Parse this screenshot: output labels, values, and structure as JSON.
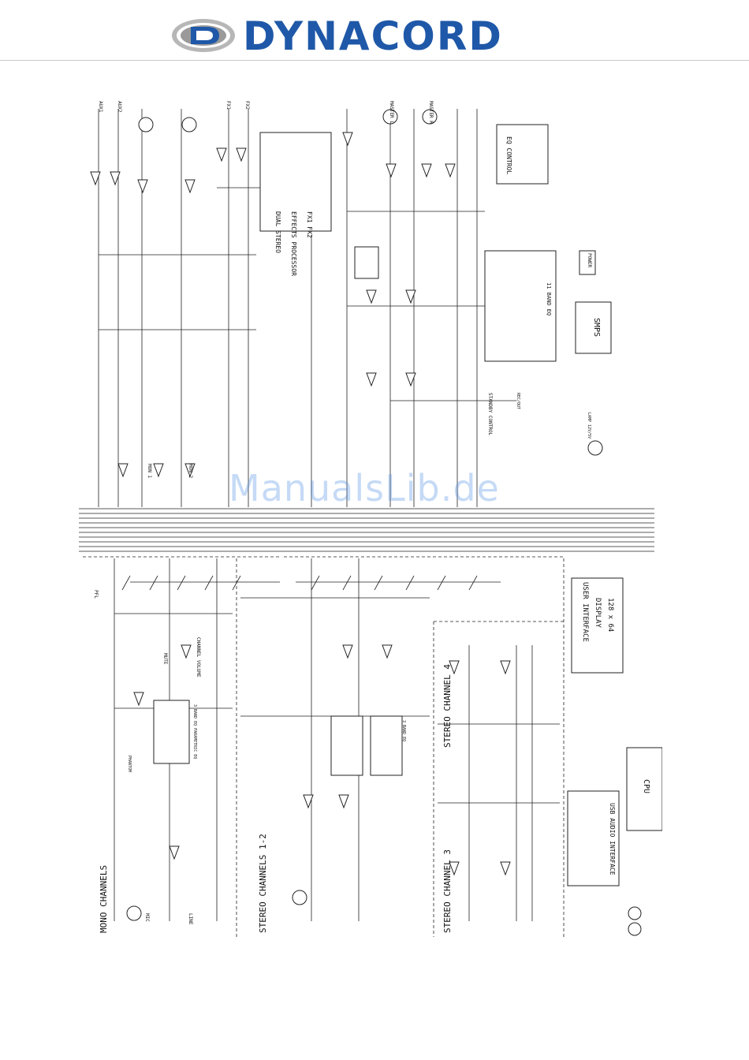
{
  "brand": {
    "name": "DYNACORD",
    "logo_color": "#1f58a8"
  },
  "watermark": "ManualsLib.de",
  "diagram": {
    "sections": {
      "mono": "MONO CHANNELS",
      "stereo12": "STEREO CHANNELS 1-2",
      "stereo3": "STEREO CHANNEL 3",
      "stereo4": "STEREO CHANNEL 4"
    },
    "blocks": {
      "effects": [
        "DUAL STEREO",
        "EFFECTS PROCESSOR",
        "FX1 FX2"
      ],
      "eq_control": [
        "EQ CONTROL"
      ],
      "eq11": "11 BAND EQ",
      "smps": "SMPS",
      "user_interface": [
        "USER INTERFACE",
        "DISPLAY",
        "128 x 64"
      ],
      "usb_audio": [
        "USB AUDIO INTERFACE"
      ],
      "cpu": "CPU",
      "power": "POWER"
    },
    "labels": {
      "aux1": "AUX1",
      "aux2": "AUX2",
      "fx1": "FX1",
      "fx2": "FX2",
      "mon1": "MON 1",
      "mon2": "MON 2",
      "master_l": "MASTER L",
      "master_r": "MASTER R",
      "mute": "MUTE",
      "pfl": "PFL",
      "channel_volume": "CHANNEL VOLUME",
      "param_eq": "3 BAND EQ PARAMETRIC EQ",
      "three_band_eq": "3 BAND EQ",
      "standby": "STANDBY CONTROL",
      "phantom": "PHANTOM",
      "mic": "MIC",
      "line": "LINE",
      "lamp": "LAMP 12V/5V",
      "rec_out": "REC/OUT"
    }
  }
}
